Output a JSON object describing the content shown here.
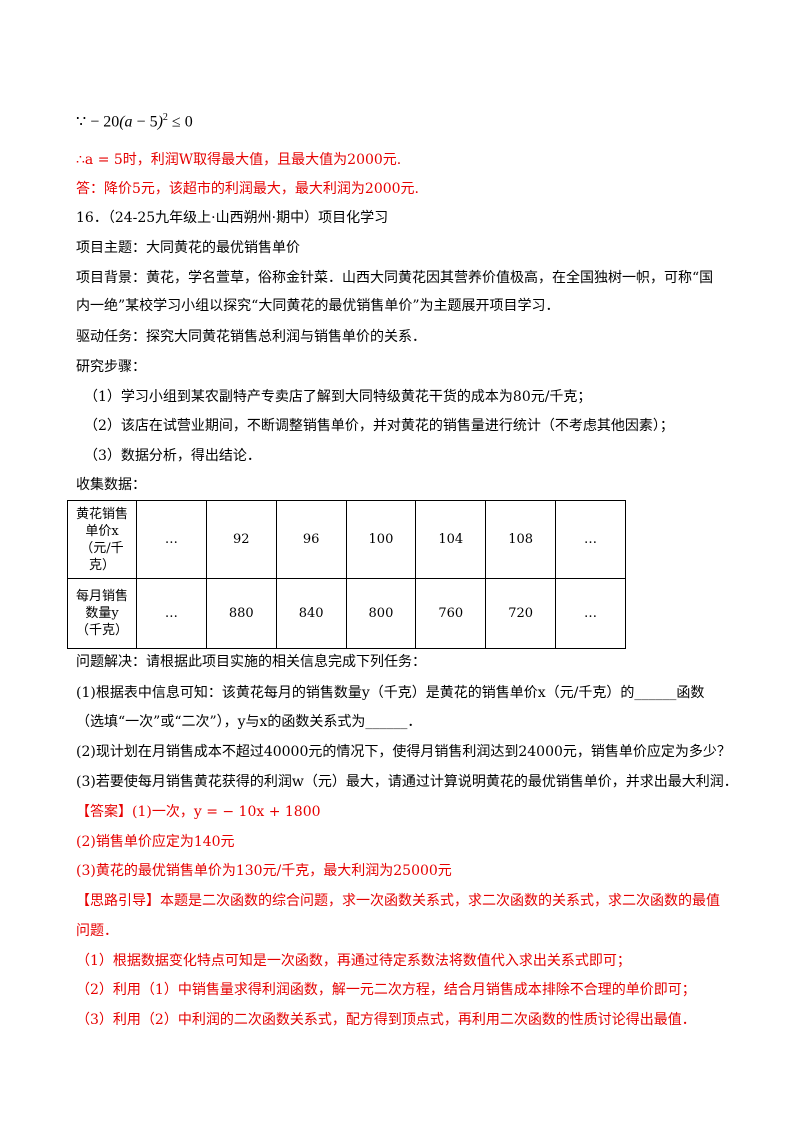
{
  "lines": {
    "condition": "∵ − 20(a − 5)² ≤ 0",
    "max_result": "∴a = 5时，利润W取得最大值，且最大值为2000元.",
    "answer_prev": "答：降价5元，该超市的利润最大，最大利润为2000元.",
    "q_header": "16．（24-25九年级上·山西朔州·期中）项目化学习",
    "topic": "项目主题：大同黄花的最优销售单价",
    "background1": "项目背景：黄花，学名萱草，俗称金针菜．山西大同黄花因其营养价值极高，在全国独树一帜，可称“国",
    "background2": "内一绝”某校学习小组以探究“大同黄花的最优销售单价”为主题展开项目学习．",
    "task": "驱动任务：探究大同黄花销售总利润与销售单价的关系．",
    "steps": "研究步骤：",
    "step1": "（1）学习小组到某农副特产专卖店了解到大同特级黄花干货的成本为80元/千克；",
    "step2": "（2）该店在试营业期间，不断调整销售单价，并对黄花的销售量进行统计（不考虑其他因素）；",
    "step3": "（3）数据分析，得出结论．",
    "collect": "收集数据：",
    "solve": "问题解决：请根据此项目实施的相关信息完成下列任务：",
    "q1a": "(1)根据表中信息可知：该黄花每月的销售数量y（千克）是黄花的销售单价x（元/千克）的______函数",
    "q1b": "（选填“一次”或“二次”），y与x的函数关系式为______．",
    "q2": "(2)现计划在月销售成本不超过40000元的情况下，使得月销售利润达到24000元，销售单价应定为多少？",
    "q3": "(3)若要使每月销售黄花获得的利润w（元）最大，请通过计算说明黄花的最优销售单价，并求出最大利润．",
    "ans_tag": "【答案】",
    "ans1": "(1)一次，y = − 10x + 1800",
    "ans2": "(2)销售单价应定为140元",
    "ans3": "(3)黄花的最优销售单价为130元/千克，最大利润为25000元",
    "guide_tag": "【思路引导】",
    "guide1": "本题是二次函数的综合问题，求一次函数关系式，求二次函数的关系式，求二次函数的最值",
    "guide2": "问题．",
    "guide3": "（1）根据数据变化特点可知是一次函数，再通过待定系数法将数值代入求出关系式即可；",
    "guide4": "（2）利用（1）中销售量求得利润函数，解一元二次方程，结合月销售成本排除不合理的单价即可；",
    "guide5": "（3）利用（2）中利润的二次函数关系式，配方得到顶点式，再利用二次函数的性质讨论得出最值．"
  },
  "table": {
    "rows": [
      {
        "header_lines": [
          "黄花销售",
          "单价x",
          "（元/千",
          "克）"
        ],
        "cells": [
          "…",
          "92",
          "96",
          "100",
          "104",
          "108",
          "…"
        ]
      },
      {
        "header_lines": [
          "每月销售",
          "数量y",
          "（千克）"
        ],
        "cells": [
          "…",
          "880",
          "840",
          "800",
          "760",
          "720",
          "…"
        ]
      }
    ]
  },
  "colors": {
    "answer_red": "#e60000",
    "text_black": "#000000"
  }
}
